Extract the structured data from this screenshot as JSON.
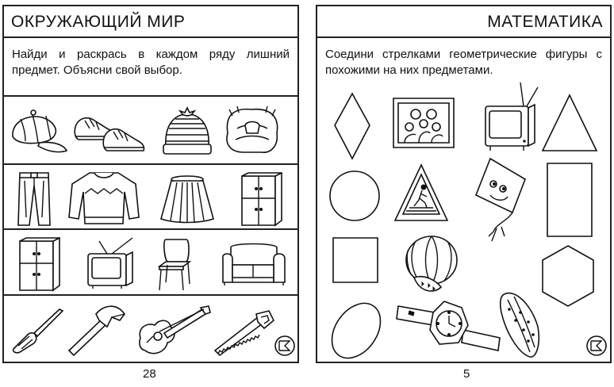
{
  "left_page": {
    "title": "ОКРУЖАЮЩИЙ  МИР",
    "instruction": "Найди и раскрась в каждом ряду лишний предмет. Объясни свой выбор.",
    "page_number": "28",
    "rows": [
      [
        "cap-icon",
        "sneakers-icon",
        "knit-hat-icon",
        "fur-hat-icon"
      ],
      [
        "trousers-icon",
        "sweater-icon",
        "skirt-icon",
        "cabinet-icon"
      ],
      [
        "cabinet-icon",
        "tv-icon",
        "chair-icon",
        "sofa-icon"
      ],
      [
        "screwdriver-icon",
        "axe-icon",
        "guitar-icon",
        "saw-icon"
      ]
    ]
  },
  "right_page": {
    "title": "МАТЕМАТИКА",
    "instruction": "Соедини стрелками геометрические фигуры с похожими на них предметами.",
    "page_number": "5",
    "shapes": [
      "rhombus-shape",
      "triangle-shape",
      "circle-shape",
      "rectangle-shape",
      "square-shape",
      "hexagon-shape",
      "oval-shape"
    ],
    "objects": [
      "family-portrait-icon",
      "tv-icon",
      "road-sign-icon",
      "kite-icon",
      "watermelon-icon",
      "wristwatch-icon",
      "cucumber-icon"
    ]
  },
  "corner_icon": "bookmark-flag-icon"
}
